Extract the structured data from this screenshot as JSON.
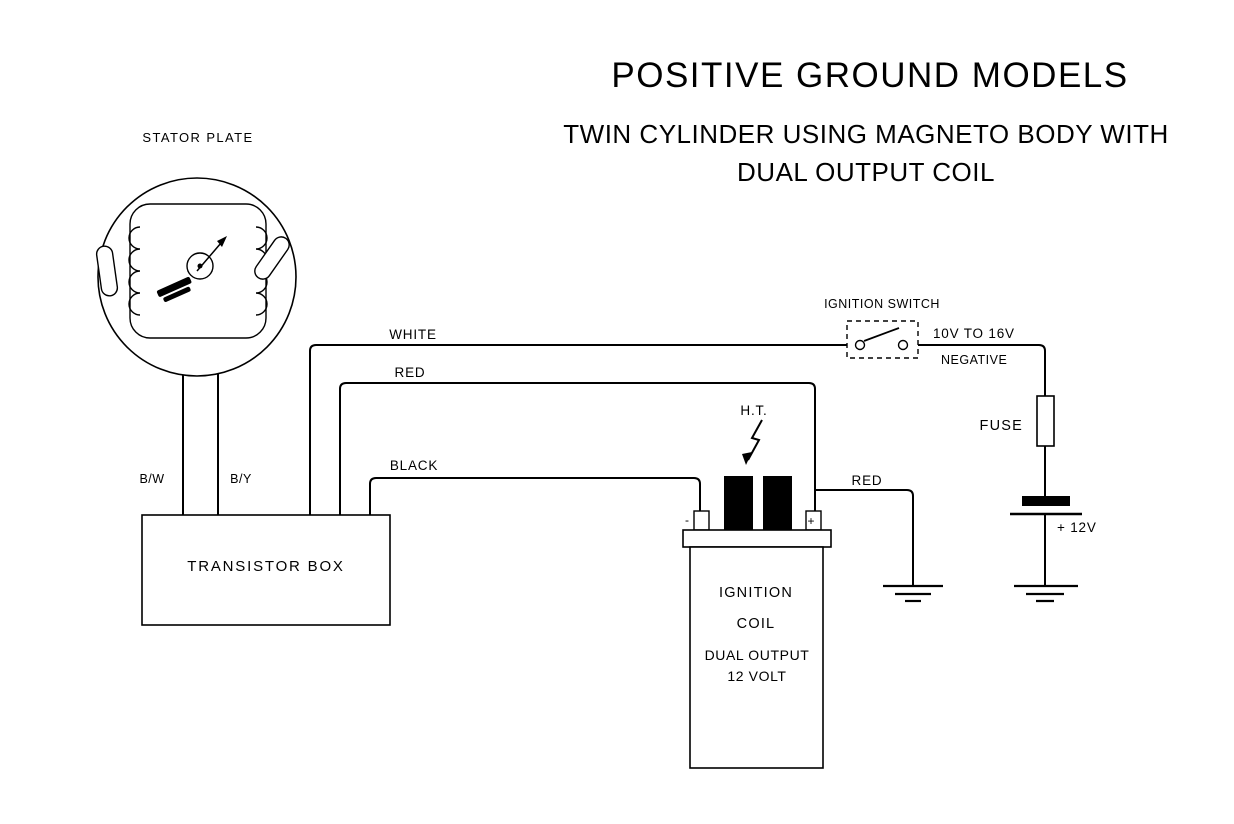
{
  "title": {
    "heading": "POSITIVE GROUND MODELS",
    "subtitle1": "TWIN CYLINDER USING MAGNETO BODY WITH",
    "subtitle2": "DUAL OUTPUT COIL"
  },
  "stator": {
    "label": "STATOR PLATE",
    "wire_left": "B/W",
    "wire_right": "B/Y"
  },
  "transistor_box": {
    "label": "TRANSISTOR BOX"
  },
  "wires": {
    "white": "WHITE",
    "red": "RED",
    "black": "BLACK",
    "coil_ground": "RED"
  },
  "ignition_switch": {
    "label": "IGNITION SWITCH",
    "voltage_range": "10V TO 16V",
    "polarity": "NEGATIVE"
  },
  "fuse": {
    "label": "FUSE"
  },
  "battery": {
    "label": "+ 12V"
  },
  "ignition_coil": {
    "ht": "H.T.",
    "line1": "IGNITION",
    "line2": "COIL",
    "line3": "DUAL OUTPUT",
    "line4": "12 VOLT",
    "terminal_minus": "-",
    "terminal_plus": "+"
  },
  "colors": {
    "ink": "#000000",
    "paper": "#ffffff"
  }
}
